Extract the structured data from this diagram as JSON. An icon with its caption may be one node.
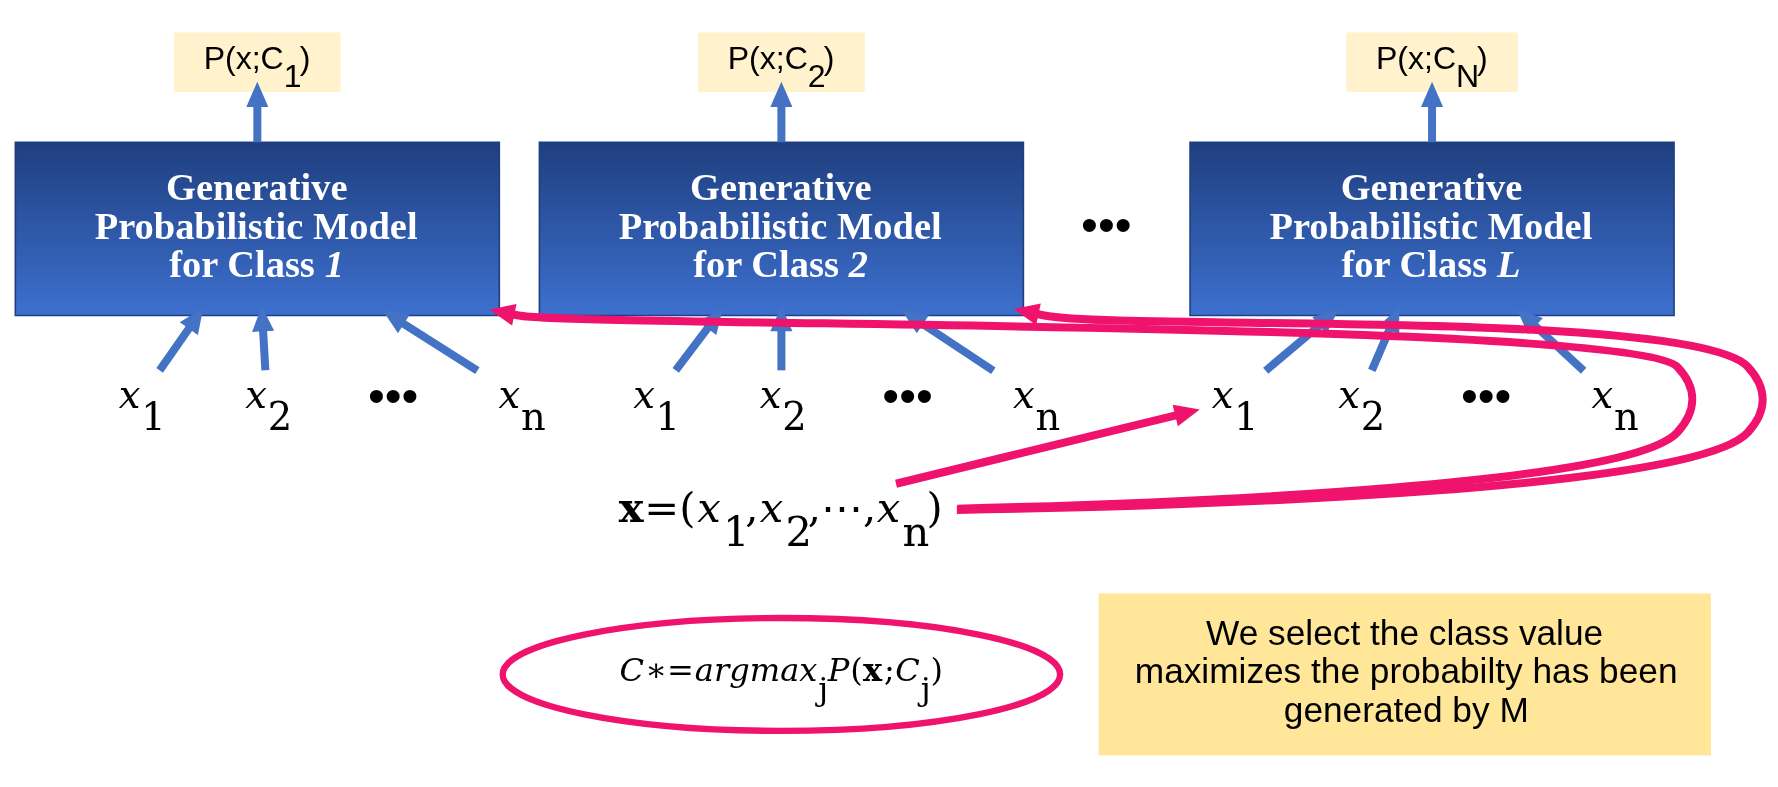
{
  "diagram": {
    "nodes": [
      {
        "text": [
          "P(x;C$_{1}$)"
        ]
      },
      {
        "text": [
          "P(x;C$_{2}$)"
        ]
      },
      {
        "text": [
          "P(x;C$_{N}$)"
        ]
      },
      {
        "text": [
          "Generative Probabilistic Model for Class *1*"
        ]
      },
      {
        "text": [
          "Generative Probabilistic Model for Class *2*"
        ]
      },
      {
        "text": [
          "Generative Probabilistic Model for Class *L*"
        ]
      },
      {
        "text": [
          "*x*$_{1}$"
        ]
      },
      {
        "text": [
          "*x*$_{2}$"
        ]
      },
      {
        "text": [
          "*x*$_{n}$"
        ]
      },
      {
        "text": [
          "*x*$_{1}$"
        ]
      },
      {
        "text": [
          "*x*$_{2}$"
        ]
      },
      {
        "text": [
          "*x*$_{n}$"
        ]
      },
      {
        "text": [
          "*x*$_{1}$"
        ]
      },
      {
        "text": [
          "*x*$_{2}$"
        ]
      },
      {
        "text": [
          "*x*$_{n}$"
        ]
      },
      {
        "text": [
          "**x**=(*x*$_{1}$,*x*$_{2}$,⋯,*x*$_{n}$)"
        ]
      },
      {
        "text": [
          "*C*∗=*argmax*$_{j}$*P*(**x**;*C*$_{j}$)"
        ]
      },
      {
        "text": [
          "We select the class value maximizes the probabilty has been generated by M"
        ]
      }
    ],
    "edges": [
      {
        "from": 3,
        "to": 0,
        "arrow": "to"
      },
      {
        "from": 4,
        "to": 1,
        "arrow": "to"
      },
      {
        "from": 5,
        "to": 2,
        "arrow": "to"
      },
      {
        "from": 6,
        "to": 3,
        "arrow": "to"
      },
      {
        "from": 7,
        "to": 3,
        "arrow": "to"
      },
      {
        "from": 8,
        "to": 3,
        "arrow": "to"
      },
      {
        "from": 9,
        "to": 4,
        "arrow": "to"
      },
      {
        "from": 10,
        "to": 4,
        "arrow": "to"
      },
      {
        "from": 11,
        "to": 4,
        "arrow": "to"
      },
      {
        "from": 12,
        "to": 5,
        "arrow": "to"
      },
      {
        "from": 13,
        "to": 5,
        "arrow": "to"
      },
      {
        "from": 14,
        "to": 5,
        "arrow": "to"
      },
      {
        "from": 15,
        "to": 3,
        "arrow": "to",
        "color": "#f0136d"
      },
      {
        "from": 15,
        "to": 4,
        "arrow": "to",
        "color": "#f0136d"
      },
      {
        "from": 15,
        "to": 12,
        "arrow": "to",
        "color": "#f0136d"
      }
    ],
    "labels": [
      "•••",
      "•••",
      "•••",
      "•••"
    ]
  }
}
